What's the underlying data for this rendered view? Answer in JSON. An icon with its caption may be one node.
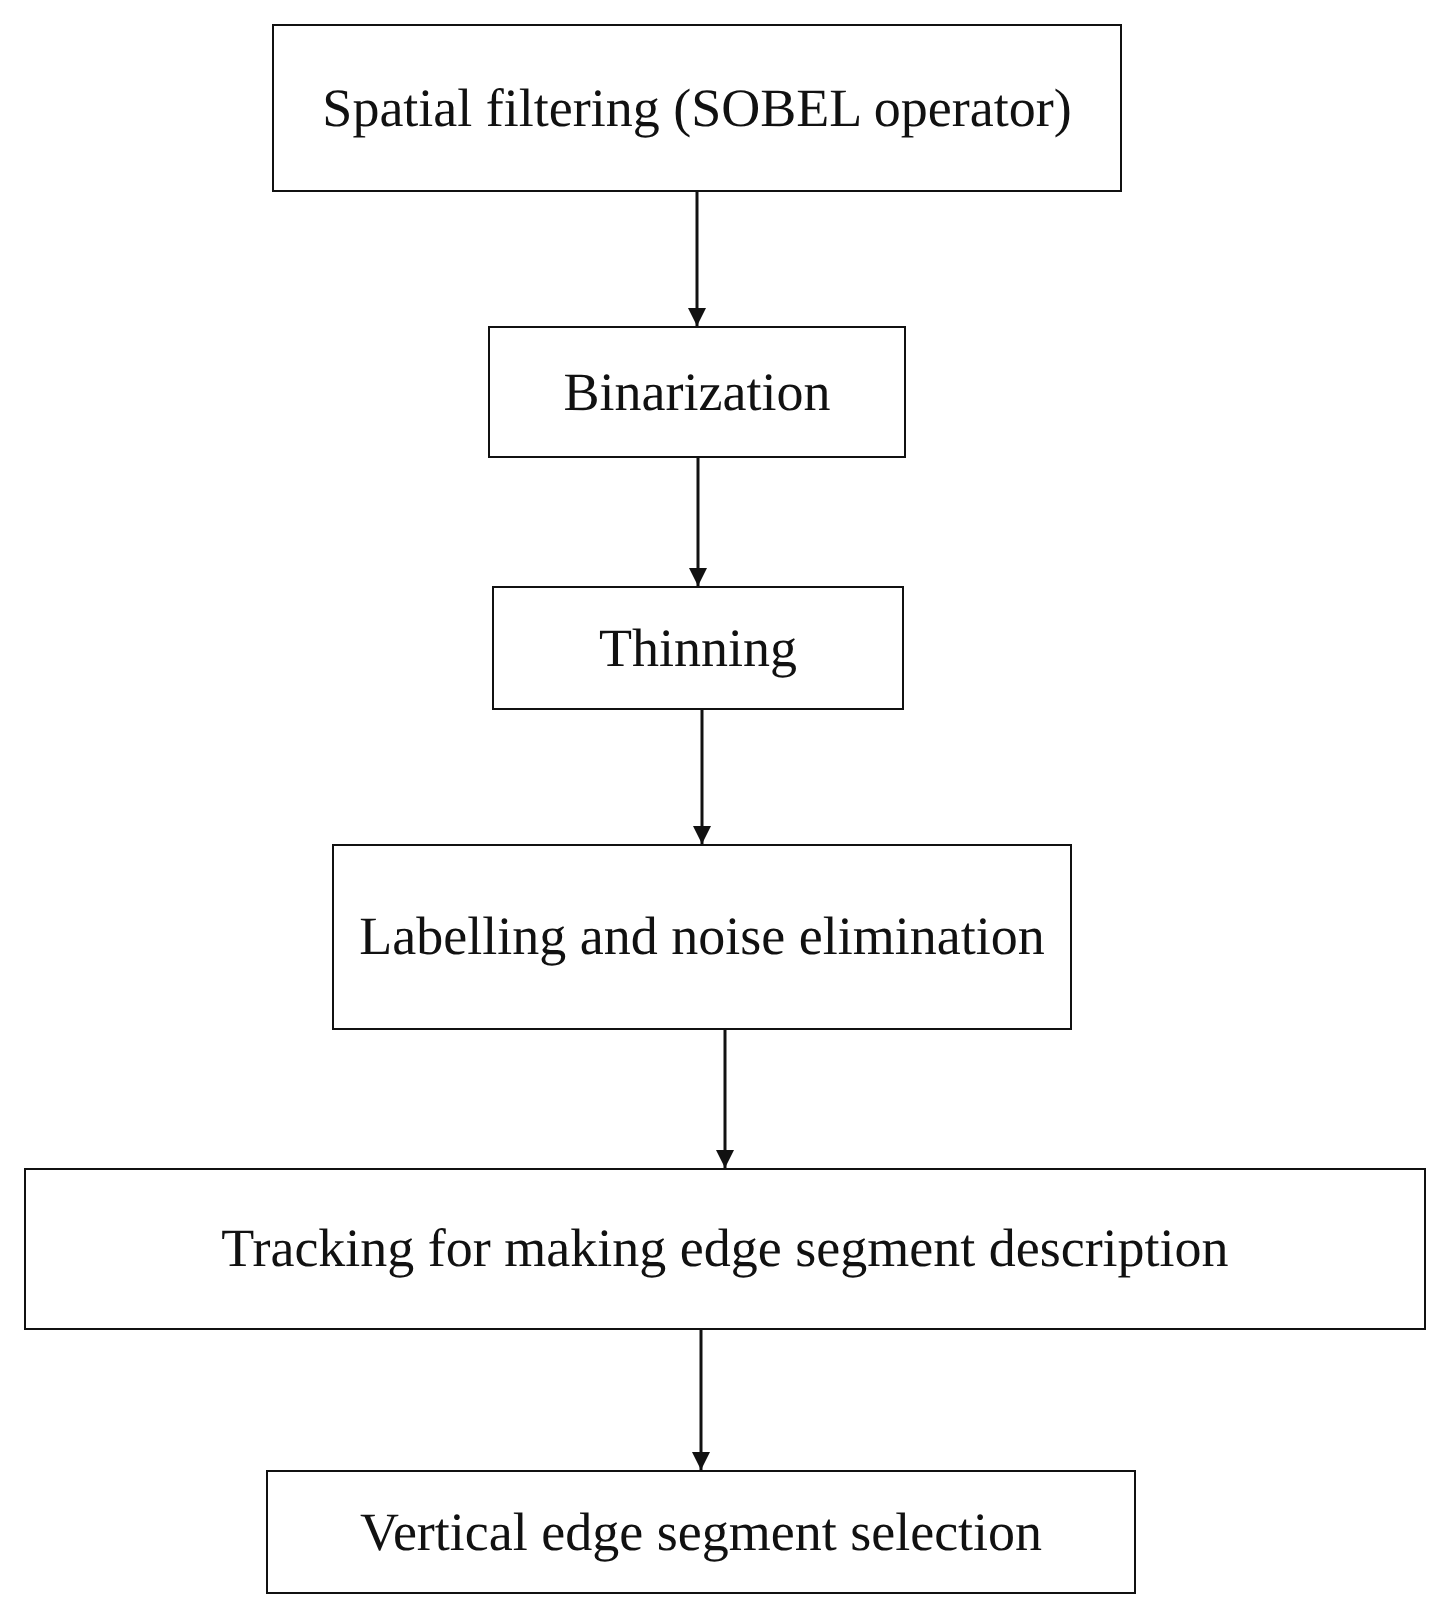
{
  "diagram": {
    "nodes": [
      {
        "text": [
          "Spatial filtering (SOBEL operator)"
        ]
      },
      {
        "text": [
          "Binarization"
        ]
      },
      {
        "text": [
          "Thinning"
        ]
      },
      {
        "text": [
          "Labelling and noise elimination"
        ]
      },
      {
        "text": [
          "Tracking for making edge segment description"
        ]
      },
      {
        "text": [
          "Vertical edge segment selection"
        ]
      }
    ],
    "edges": [
      {
        "from": 0,
        "to": 1,
        "arrow": "to"
      },
      {
        "from": 1,
        "to": 2,
        "arrow": "to"
      },
      {
        "from": 2,
        "to": 3,
        "arrow": "to"
      },
      {
        "from": 3,
        "to": 4,
        "arrow": "to"
      },
      {
        "from": 4,
        "to": 5,
        "arrow": "to"
      }
    ]
  }
}
